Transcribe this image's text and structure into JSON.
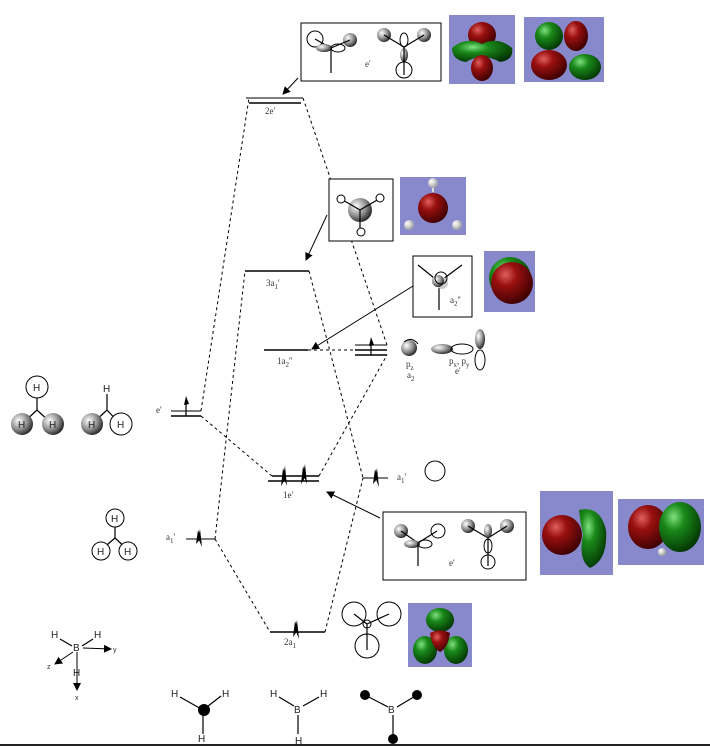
{
  "diagram": {
    "title": "BH3 molecular orbital diagram",
    "left_fragment": "H3",
    "center_fragment": "BH3",
    "right_fragment": "B",
    "colors": {
      "isosurface_background": "#8888cc",
      "phase_positive": "#8b1010",
      "phase_negative": "#1a8a1a",
      "line": "#000000"
    }
  },
  "levels": {
    "mo_2e": {
      "label": "2e'",
      "occupancy": 0
    },
    "mo_3a1": {
      "label": "3a",
      "sub": "1",
      "sup": "'",
      "occupancy": 0
    },
    "mo_1a2": {
      "label": "1a",
      "sub": "2",
      "sup": "''",
      "occupancy": 0
    },
    "mo_1e": {
      "label": "1e'",
      "occupancy": 4
    },
    "mo_2a1": {
      "label": "2a",
      "sub": "1",
      "occupancy": 2
    },
    "h3_e": {
      "label": "e'",
      "occupancy": 1
    },
    "h3_a1": {
      "label": "a",
      "sub": "1",
      "sup": "'",
      "occupancy": 2
    },
    "b_p": {
      "label_p": "p",
      "p_sub": "z",
      "a2": "a",
      "a2_sub": "2",
      "a2_sup": "''",
      "pxy": "p",
      "pxy_sub": "x",
      "pxy_e": "e'",
      "py": "p",
      "py_sub": "y",
      "occupancy": 1
    },
    "b_s": {
      "label": "a",
      "sub": "1",
      "sup": "'",
      "occupancy": 2
    }
  },
  "boxes": {
    "top_e": "e'",
    "a2_box": "a",
    "a2_box_sub": "2",
    "a2_box_sup": "''",
    "bottom_e": "e'"
  },
  "atoms": {
    "H": "H",
    "B": "B"
  },
  "axes": {
    "x": "x",
    "y": "y",
    "z": "z"
  }
}
